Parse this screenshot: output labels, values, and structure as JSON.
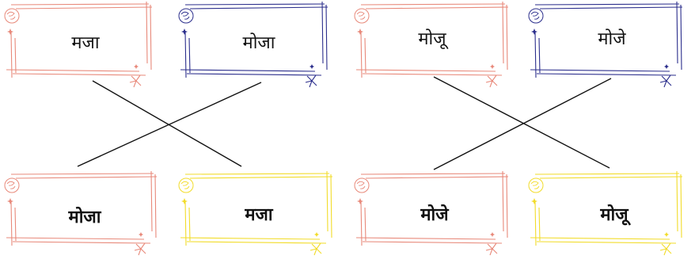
{
  "colors": {
    "salmon": "#e8897a",
    "navy": "#2b2e8c",
    "yellow": "#f2dc2a",
    "line": "#111111",
    "green": "#2aa36a"
  },
  "groups": [
    {
      "top_cards": [
        {
          "text": "मजा",
          "color": "salmon"
        },
        {
          "text": "मोजा",
          "color": "navy"
        }
      ],
      "bottom_cards": [
        {
          "text": "मोजा",
          "color": "salmon"
        },
        {
          "text": "मजा",
          "color": "yellow"
        }
      ],
      "matches": [
        [
          0,
          1
        ],
        [
          1,
          0
        ]
      ]
    },
    {
      "top_cards": [
        {
          "text": "मोजू",
          "color": "salmon"
        },
        {
          "text": "मोजे",
          "color": "navy"
        }
      ],
      "bottom_cards": [
        {
          "text": "मोजे",
          "color": "salmon"
        },
        {
          "text": "मोजू",
          "color": "yellow"
        }
      ],
      "matches": [
        [
          0,
          1
        ],
        [
          1,
          0
        ]
      ]
    }
  ]
}
